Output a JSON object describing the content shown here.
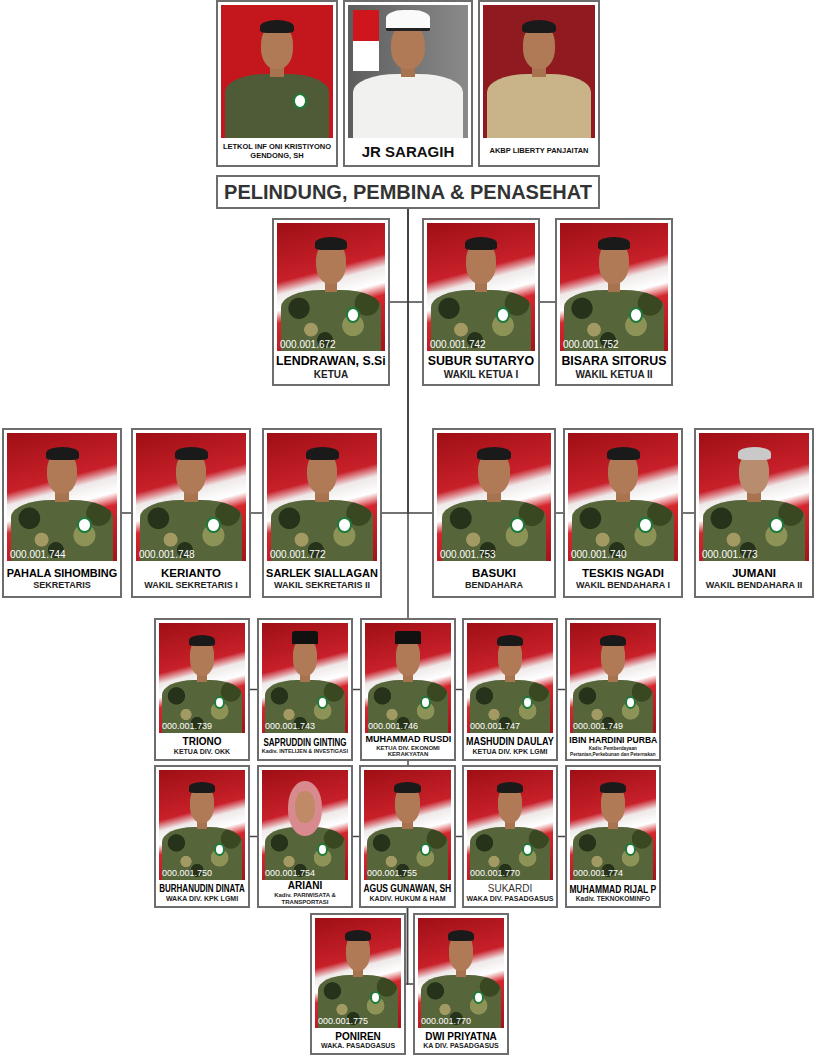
{
  "diagram": {
    "nodes": [
      {
        "text": [
          "LETKOL INF ONI KRISTIYONO GENDONG, SH"
        ]
      },
      {
        "text": [
          "JR SARAGIH"
        ]
      },
      {
        "text": [
          "AKBP LIBERTY PANJAITAN"
        ]
      },
      {
        "text": [
          "PELINDUNG, PEMBINA & PENASEHAT"
        ]
      },
      {
        "text": [
          "000.001.672",
          "LENDRAWAN, S.Si",
          "KETUA"
        ]
      },
      {
        "text": [
          "000.001.742",
          "SUBUR SUTARYO",
          "WAKIL KETUA I"
        ]
      },
      {
        "text": [
          "000.001.752",
          "BISARA SITORUS",
          "WAKIL KETUA II"
        ]
      },
      {
        "text": [
          "000.001.744",
          "PAHALA SIHOMBING",
          "SEKRETARIS"
        ]
      },
      {
        "text": [
          "000.001.748",
          "KERIANTO",
          "WAKIL SEKRETARIS I"
        ]
      },
      {
        "text": [
          "000.001.772",
          "SARLEK SIALLAGAN",
          "WAKIL SEKRETARIS II"
        ]
      },
      {
        "text": [
          "000.001.753",
          "BASUKI",
          "BENDAHARA"
        ]
      },
      {
        "text": [
          "000.001.740",
          "TESKIS NGADI",
          "WAKIL BENDAHARA I"
        ]
      },
      {
        "text": [
          "000.001.773",
          "JUMANI",
          "WAKIL BENDAHARA II"
        ]
      },
      {
        "text": [
          "000.001.739",
          "TRIONO",
          "KETUA DIV. OKK"
        ]
      },
      {
        "text": [
          "000.001.743",
          "SAPRUDDIN GINTING",
          "Kadiv. INTELIJEN & INVESTIGASI"
        ]
      },
      {
        "text": [
          "000.001.746",
          "MUHAMMAD RUSDI",
          "KETUA DIV. EKONOMI KERAKYATAN"
        ]
      },
      {
        "text": [
          "000.001.747",
          "MASHUDIN DAULAY",
          "KETUA DIV. KPK LGMI"
        ]
      },
      {
        "text": [
          "000.001.749",
          "IBIN HARDINI PURBA",
          "Kadiv. Pemberdayaan Pertanian,Perkebunan dan Peternakan"
        ]
      },
      {
        "text": [
          "000.001.750",
          "BURHANUDIN DINATA",
          "WAKA DIV. KPK LGMI"
        ]
      },
      {
        "text": [
          "000.001.754",
          "ARIANI",
          "Kadiv. PARIWISATA & TRANSPORTASI"
        ]
      },
      {
        "text": [
          "000.001.755",
          "AGUS GUNAWAN, SH",
          "KADIV. HUKUM & HAM"
        ]
      },
      {
        "text": [
          "000.001.770",
          "SUKARDI",
          "WAKA DIV. PASADGASUS"
        ]
      },
      {
        "text": [
          "000.001.774",
          "MUHAMMAD RIJAL P",
          "Kadiv. TEKNOKOMINFO"
        ]
      },
      {
        "text": [
          "000.001.775",
          "PONIREN",
          "WAKA. PASADGASUS"
        ]
      },
      {
        "text": [
          "000.001.770",
          "DWI PRIYATNA",
          "KA DIV. PASADGASUS"
        ]
      }
    ],
    "edges": [
      {
        "from": 3,
        "to": 4,
        "arrow": "none"
      },
      {
        "from": 3,
        "to": 5,
        "arrow": "none"
      },
      {
        "from": 5,
        "to": 6,
        "arrow": "none"
      },
      {
        "from": 3,
        "to": 9,
        "arrow": "none"
      },
      {
        "from": 3,
        "to": 10,
        "arrow": "none"
      },
      {
        "from": 7,
        "to": 8,
        "arrow": "none"
      },
      {
        "from": 8,
        "to": 9,
        "arrow": "none"
      },
      {
        "from": 10,
        "to": 11,
        "arrow": "none"
      },
      {
        "from": 11,
        "to": 12,
        "arrow": "none"
      },
      {
        "from": 3,
        "to": 15,
        "arrow": "none"
      },
      {
        "from": 13,
        "to": 14,
        "arrow": "none"
      },
      {
        "from": 14,
        "to": 15,
        "arrow": "none"
      },
      {
        "from": 15,
        "to": 16,
        "arrow": "none"
      },
      {
        "from": 16,
        "to": 17,
        "arrow": "none"
      },
      {
        "from": 15,
        "to": 20,
        "arrow": "none"
      },
      {
        "from": 18,
        "to": 19,
        "arrow": "none"
      },
      {
        "from": 19,
        "to": 20,
        "arrow": "none"
      },
      {
        "from": 20,
        "to": 21,
        "arrow": "none"
      },
      {
        "from": 21,
        "to": 22,
        "arrow": "none"
      },
      {
        "from": 20,
        "to": 23,
        "arrow": "none"
      },
      {
        "from": 20,
        "to": 24,
        "arrow": "none"
      }
    ]
  }
}
